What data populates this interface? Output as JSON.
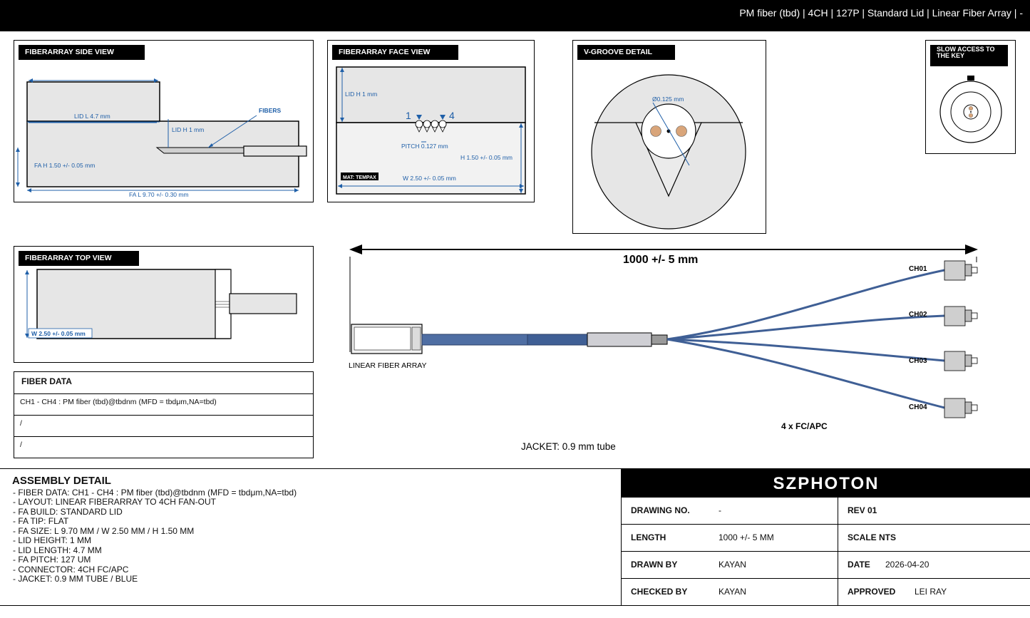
{
  "header": {
    "title": "PM fiber (tbd) | 4CH | 127P | Standard Lid | Linear Fiber Array | -"
  },
  "side_view": {
    "title": "FIBERARRAY SIDE VIEW",
    "lid_l": "LID L 4.7 mm",
    "lid_h": "LID H 1 mm",
    "fibers": "FIBERS",
    "fa_h": "FA H 1.50 +/- 0.05 mm",
    "fa_l": "FA L 9.70 +/- 0.30 mm"
  },
  "face_view": {
    "title": "FIBERARRAY FACE VIEW",
    "lid_h": "LID H 1 mm",
    "ch_first": "1",
    "ch_last": "4",
    "pitch": "PITCH 0.127 mm",
    "h": "H 1.50 +/- 0.05 mm",
    "w": "W 2.50 +/- 0.05 mm",
    "mat": "MAT: TEMPAX"
  },
  "vgroove": {
    "title": "V-GROOVE DETAIL",
    "diameter": "Ø0.125 mm"
  },
  "key_view": {
    "title": "SLOW ACCESS TO THE KEY"
  },
  "top_view": {
    "title": "FIBERARRAY TOP VIEW",
    "w": "W 2.50 +/- 0.05 mm"
  },
  "assembly_drawing": {
    "length": "1000 +/- 5 mm",
    "fa_label": "LINEAR FIBER ARRAY",
    "channels": [
      "CH01",
      "CH02",
      "CH03",
      "CH04"
    ],
    "connector": "4 x FC/APC",
    "jacket": "JACKET: 0.9 mm tube"
  },
  "fiber_data": {
    "title": "FIBER DATA",
    "rows": [
      "CH1 - CH4 : PM fiber (tbd)@tbdnm (MFD = tbdμm,NA=tbd)",
      "/",
      "/"
    ]
  },
  "assembly_detail": {
    "title": "ASSEMBLY DETAIL",
    "lines": [
      "- FIBER DATA: CH1 - CH4 : PM fiber (tbd)@tbdnm (MFD = tbdμm,NA=tbd)",
      "- LAYOUT: LINEAR FIBERARRAY TO 4CH FAN-OUT",
      "- FA BUILD: STANDARD LID",
      "- FA TIP: FLAT",
      "- FA SIZE: L 9.70 MM / W 2.50 MM / H 1.50 MM",
      "- LID HEIGHT: 1 MM",
      "- LID LENGTH: 4.7 MM",
      "- FA PITCH: 127 UM",
      "- CONNECTOR: 4CH FC/APC",
      "- JACKET: 0.9 MM TUBE / BLUE"
    ]
  },
  "title_block": {
    "brand": "SZPHOTON",
    "drawing_no_label": "DRAWING NO.",
    "drawing_no": "-",
    "rev": "REV 01",
    "length_label": "LENGTH",
    "length": "1000 +/- 5 MM",
    "scale": "SCALE NTS",
    "drawn_by_label": "DRAWN BY",
    "drawn_by": "KAYAN",
    "date_label": "DATE",
    "date": "2026-04-20",
    "checked_by_label": "CHECKED BY",
    "checked_by": "KAYAN",
    "approved_label": "APPROVED",
    "approved": "LEI RAY"
  },
  "colors": {
    "dim_blue": "#1f5fa8",
    "jacket_blue": "#3f5f95",
    "copper": "#d9a57a"
  }
}
